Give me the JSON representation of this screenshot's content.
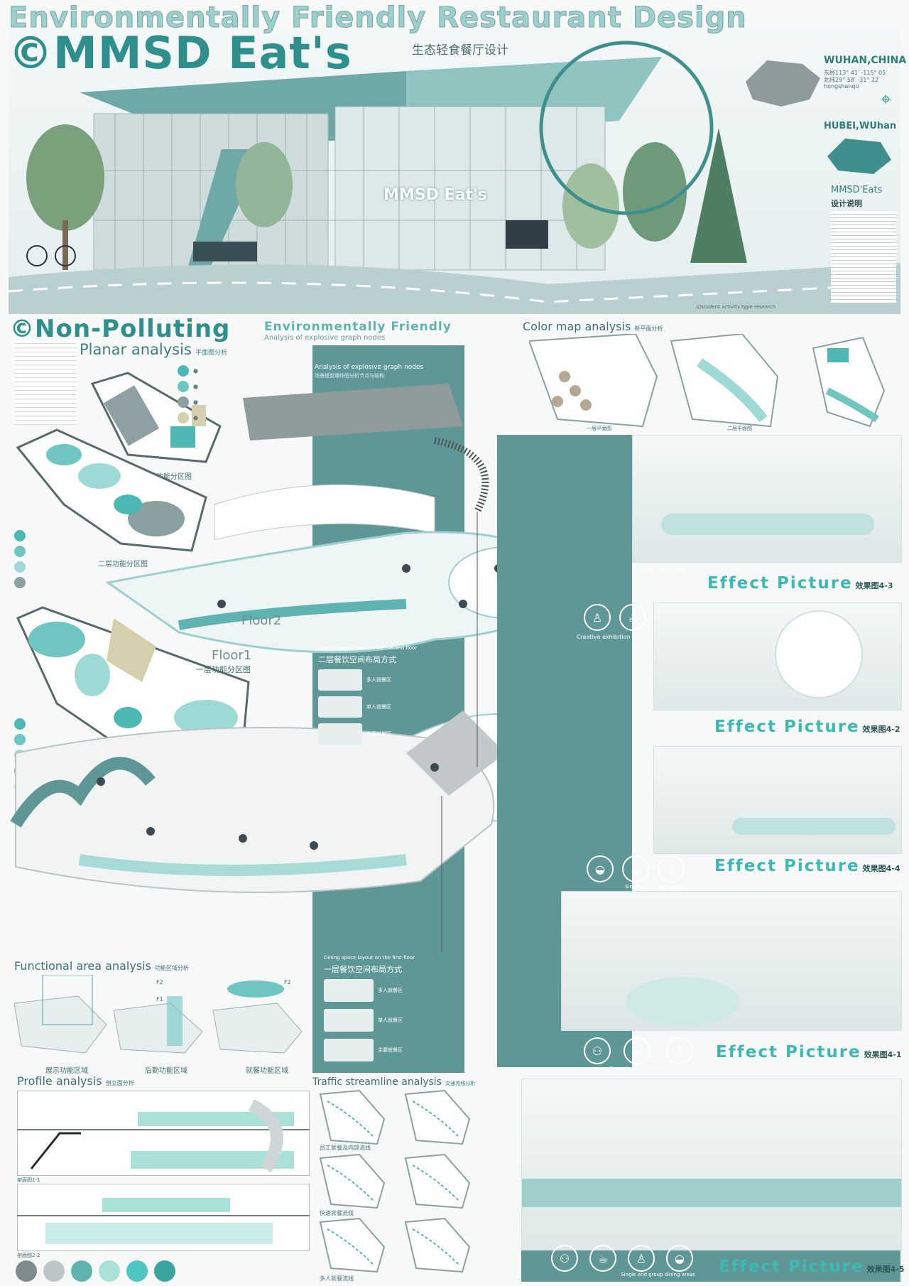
{
  "header": {
    "title": "Environmentally Friendly Restaurant Design",
    "brand": "©MMSD Eat's",
    "subtitle_cn": "生态轻食餐厅设计"
  },
  "location": {
    "city": "WUHAN,CHINA",
    "coords_line1": "东经113° 41′ -115° 05′",
    "coords_line2": "北纬29° 58′ -31° 22′",
    "district": "hongshanqu",
    "province": "HUBEI,WUhan"
  },
  "design_notes": {
    "heading": "MMSD'Eats",
    "heading_cn": "设计说明",
    "research_caption": "///student activity type research"
  },
  "storefront_sign": "MMSD Eat's",
  "section_left": {
    "heading": "©Non-Polluting",
    "env_heading": "Environmentally Friendly",
    "env_subheading": "Analysis of explosive graph nodes",
    "planar_title": "Planar analysis",
    "planar_title_cn": "平面图分析",
    "label_initial_zones": "初步功能分区图",
    "label_floor2_zones": "二层功能分区图",
    "floor1_title": "Floor1",
    "floor1_cn": "一层功能分区图",
    "floor2_label": "Floor2"
  },
  "color_map": {
    "title": "Color map analysis",
    "title_cn": "新平面分析",
    "plan1": "一层平面图",
    "plan2": "二层平面图"
  },
  "explosive": {
    "title": "Analysis of explosive graph nodes",
    "subtitle_cn": "场景模型爆炸图分析节点与结构",
    "dining2_title": "Dining space layout on the second floor",
    "dining2_cn": "二层餐饮空间布局方式",
    "dining1_title": "Dining space layout on the first floor",
    "dining1_cn": "一层餐饮空间布局方式",
    "layout_items": [
      "多人就餐区",
      "单人就餐区",
      "主要就餐区"
    ]
  },
  "effects": [
    {
      "caption": "Effect Picture",
      "code": "效果图4-3",
      "area": "A single meal area"
    },
    {
      "caption": "Effect Picture",
      "code": "效果图4-2",
      "area": "Creative exhibition area"
    },
    {
      "caption": "Effect Picture",
      "code": "效果图4-4",
      "area": "Single quick dining area"
    },
    {
      "caption": "Effect Picture",
      "code": "效果图4-1",
      "area": "Group have a meal area"
    },
    {
      "caption": "Effect Picture",
      "code": "效果图4-5",
      "area": "Single and group dining areas"
    }
  ],
  "functional": {
    "title": "Functional area analysis",
    "title_cn": "功能区域分析",
    "labels": [
      "展示功能区域",
      "后勤功能区域",
      "就餐功能区域"
    ],
    "levels": [
      "F2",
      "F1",
      "F2"
    ]
  },
  "profile": {
    "title": "Profile analysis",
    "title_cn": "剖立面分析",
    "sec1": "剖面图1-1",
    "sec2": "剖面图2-2"
  },
  "traffic": {
    "title": "Traffic streamline analysis",
    "title_cn": "交通流线分析",
    "labels": [
      "员工就餐及内部流线",
      "快速就餐流线",
      "多人就餐流线"
    ]
  },
  "palette": [
    "#7f8c8e",
    "#bcc5c7",
    "#5fb3b0",
    "#a9e0d8",
    "#4ec6c1",
    "#3aa59f"
  ],
  "legend_colors": [
    "#4bb8b3",
    "#6fc5c0",
    "#9edad5",
    "#8aa0a1",
    "#d6cfae"
  ]
}
